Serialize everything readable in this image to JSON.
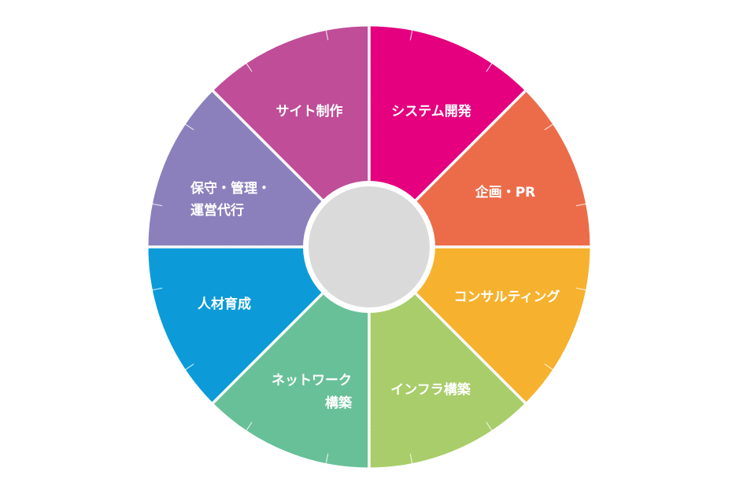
{
  "segments": [
    {
      "id": "system-dev",
      "lines": [
        "システム開発"
      ],
      "color": "#E4007F"
    },
    {
      "id": "planning-pr",
      "lines": [
        "企画・PR"
      ],
      "color": "#EC6C4A"
    },
    {
      "id": "consulting",
      "lines": [
        "コンサルティング"
      ],
      "color": "#F6B12E"
    },
    {
      "id": "infra",
      "lines": [
        "インフラ構築"
      ],
      "color": "#A8CD6A"
    },
    {
      "id": "network",
      "lines": [
        "ネットワーク",
        "構築"
      ],
      "color": "#68C098"
    },
    {
      "id": "hr-dev",
      "lines": [
        "人材育成"
      ],
      "color": "#0C9BD8"
    },
    {
      "id": "maintenance",
      "lines": [
        "保守・管理・",
        "運営代行"
      ],
      "color": "#8B80BC"
    },
    {
      "id": "site-prod",
      "lines": [
        "サイト制作"
      ],
      "color": "#BF4D98"
    }
  ],
  "center_color": "#DADADA",
  "divider_color": "#FFFFFF"
}
